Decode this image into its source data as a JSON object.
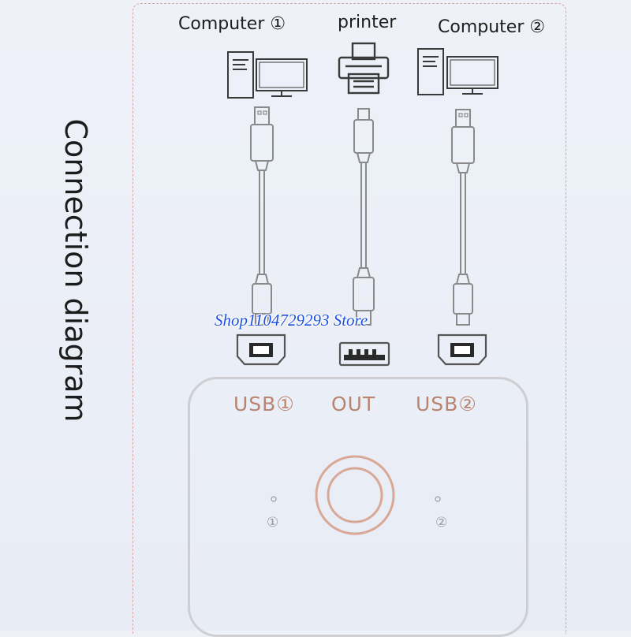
{
  "title": "Connection diagram",
  "devices": {
    "computer1_label": "Computer ①",
    "printer_label": "printer",
    "computer2_label": "Computer ②"
  },
  "switch": {
    "port_usb1": "USB①",
    "port_out": "OUT",
    "port_usb2": "USB②",
    "led1_label": "①",
    "led2_label": "②"
  },
  "watermark": "Shop1104729293 Store",
  "colors": {
    "port_label": "#b98470",
    "button_ring": "#d9a896",
    "frame_border": "#d9a0a6",
    "watermark": "#1b4fe0"
  }
}
